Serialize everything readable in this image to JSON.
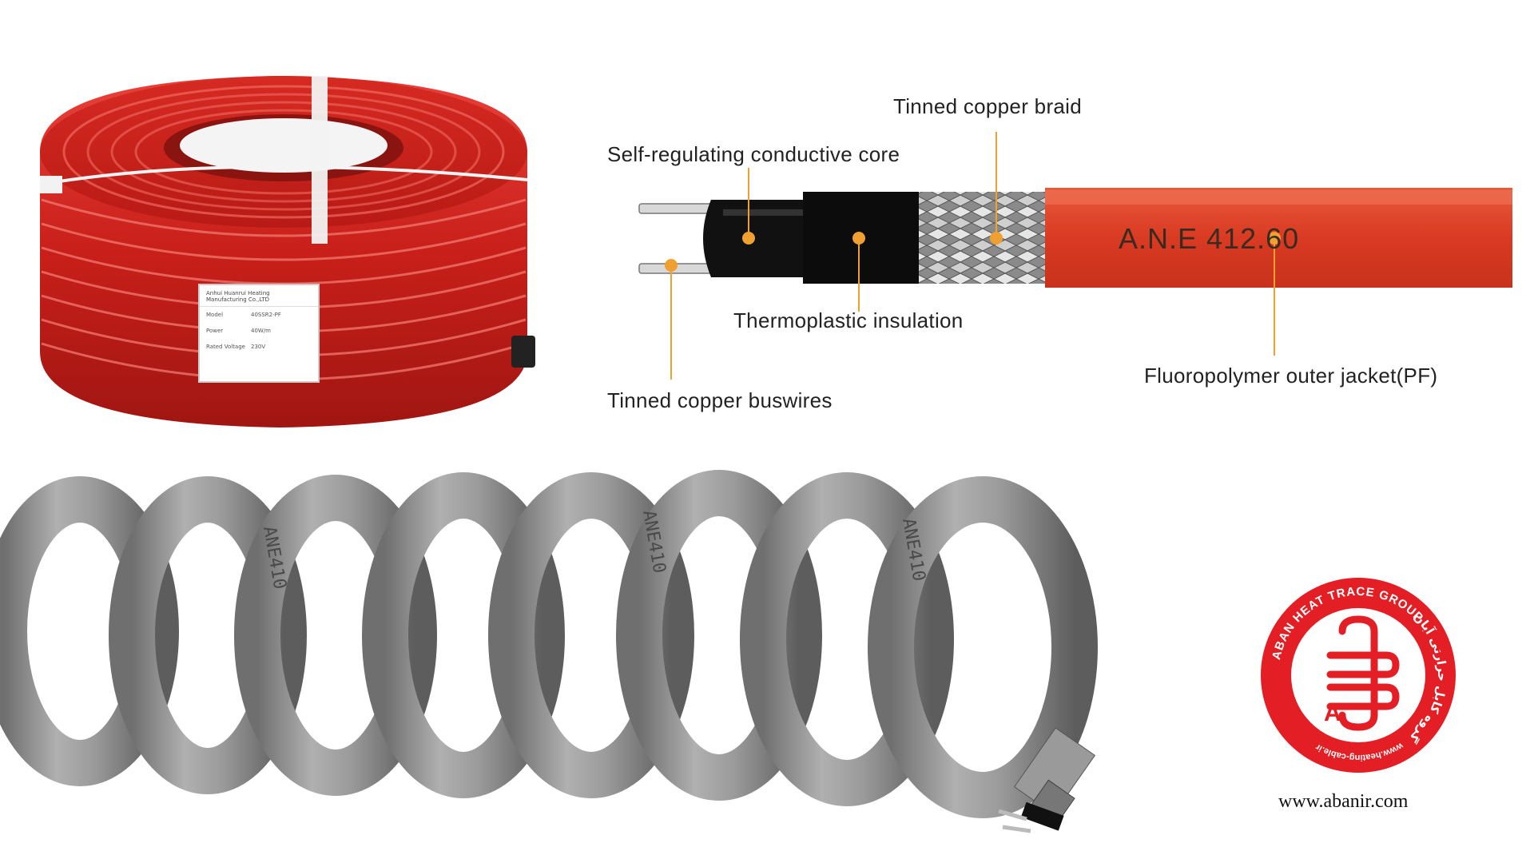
{
  "diagram": {
    "callouts": {
      "braid": "Tinned copper braid",
      "core": "Self-regulating conductive core",
      "insulation": "Thermoplastic insulation",
      "jacket": "Fluoropolymer outer jacket(PF)",
      "buswires": "Tinned copper buswires"
    },
    "jacket_marking": "A.N.E 412.60",
    "accent_color": "#f0a030"
  },
  "product_label": {
    "manufacturer": "Anhui Huanrui Heating Manufacturing Co.,LTD",
    "rows": [
      {
        "key": "Model",
        "value": "40SSR2-PF"
      },
      {
        "key": "Power",
        "value": "40W/m"
      },
      {
        "key": "Rated Voltage",
        "value": "230V"
      }
    ]
  },
  "spiral_markings": [
    "ANE410",
    "ANE410",
    "ANE410"
  ],
  "logo": {
    "text_en": "ABAN HEAT TRACE GROUP",
    "text_fa": "گروه کابل حرارتی آبان",
    "site": "www.heating-cable.ir",
    "brand_color": "#e31e24"
  },
  "website": "www.abanir.com"
}
